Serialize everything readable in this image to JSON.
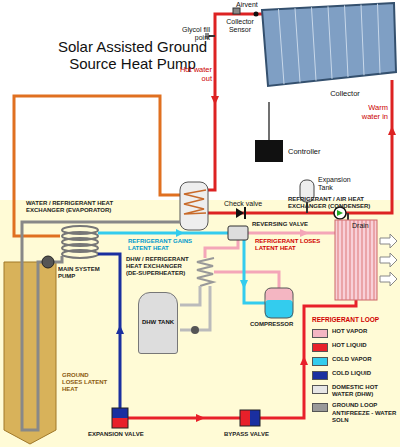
{
  "diagram": {
    "title": "Solar Assisted Ground Source Heat Pump",
    "nodes": [
      {
        "text": [
          "Collector"
        ]
      },
      {
        "text": [
          "Controller"
        ]
      },
      {
        "text": [
          "DHW TANK"
        ]
      }
    ],
    "edges": [
      {
        "from": 1,
        "to": 0,
        "arrow": "none"
      }
    ],
    "labels": [
      "Airvent",
      "Collector Sensor",
      "Glycol fill point",
      "Hot water out",
      "Warm water in",
      "Expansion Tank",
      "Check valve",
      "Drain",
      "WATER / REFRIGERANT HEAT EXCHANGER (EVAPORATOR)",
      "MAIN SYSTEM PUMP",
      "REFRIGERANT GAINS LATENT HEAT",
      "REVERSING VALVE",
      "DHW / REFRIGERANT HEAT EXCHANGER (DE-SUPERHEATER)",
      "COMPRESSOR",
      "REFRIGERANT / AIR HEAT EXCHANGER (CONDENSER)",
      "REFRIGERANT LOSES LATENT HEAT",
      "REFRIGERANT LOOP",
      "GROUND LOSES LATENT HEAT",
      "EXPANSION VALVE",
      "BYPASS VALVE"
    ],
    "legend": [
      {
        "text": "HOT VAPOR",
        "color": "#f4b6c2"
      },
      {
        "text": "HOT LIQUID",
        "color": "#e8202a"
      },
      {
        "text": "COLD VAPOR",
        "color": "#33ccee"
      },
      {
        "text": "COLD LIQUID",
        "color": "#1a2fa0"
      },
      {
        "text": "DOMESTIC HOT WATER (DHW)",
        "color": "#e6e6e6"
      },
      {
        "text": "GROUND LOOP ANTIFREEZE - WATER SOLN",
        "color": "#999999"
      }
    ]
  }
}
